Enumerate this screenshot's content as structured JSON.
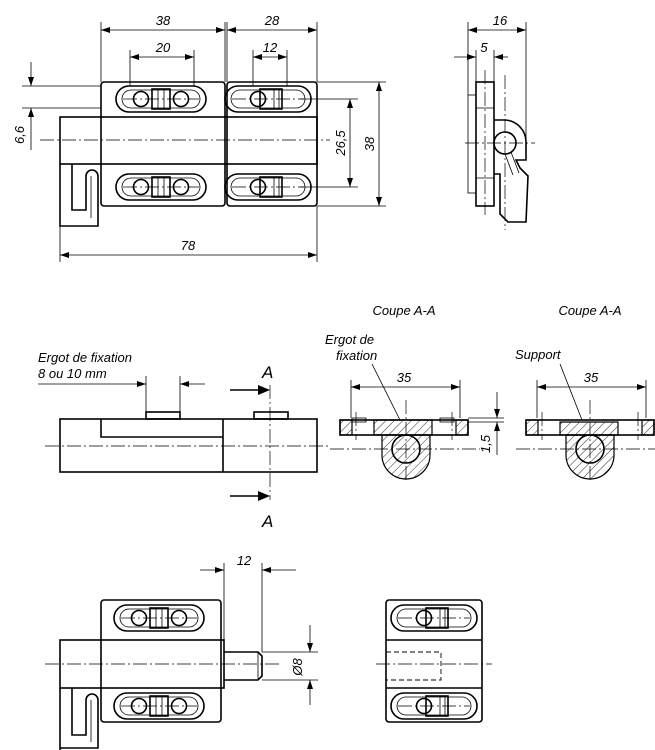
{
  "dimensions": {
    "top_left_width": "38",
    "top_right_width": "28",
    "top_left_slot_spacing": "20",
    "top_right_slot_spacing": "12",
    "vertical_offset": "6,6",
    "slot_vertical_spacing": "26,5",
    "overall_height": "38",
    "overall_length": "78",
    "side_overall_width": "16",
    "side_pin_offset": "5",
    "section_width_a": "35",
    "section_width_b": "35",
    "section_plate_thickness": "1,5",
    "pin_length": "12",
    "pin_diameter": "Ø8"
  },
  "labels": {
    "fixing_pin_line1": "Ergot de fixation",
    "fixing_pin_line2": "8 ou 10 mm",
    "section_title_1": "Coupe A-A",
    "section_title_2": "Coupe A-A",
    "section1_callout_line1": "Ergot de",
    "section1_callout_line2": "fixation",
    "section2_callout": "Support",
    "section_mark_top": "A",
    "section_mark_bottom": "A"
  }
}
